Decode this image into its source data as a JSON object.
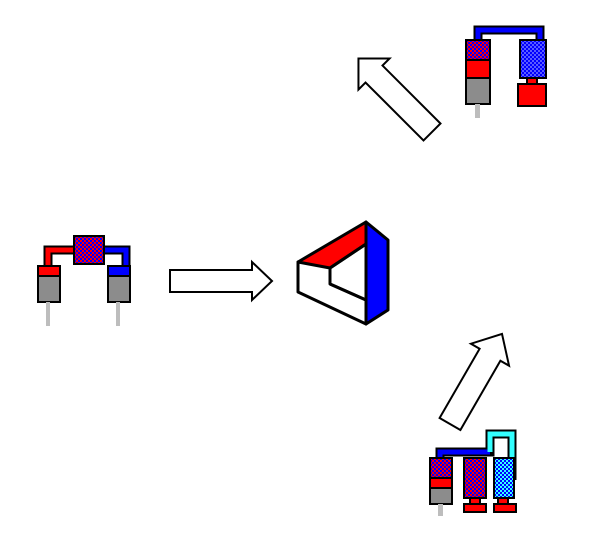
{
  "diagram": {
    "nodes": [
      {
        "id": "engine-alpha",
        "kind": "two-cylinder engine icon with regenerator"
      },
      {
        "id": "engine-beta",
        "kind": "displacer engine icon with regenerator"
      },
      {
        "id": "engine-gamma",
        "kind": "split engine icon with cooler"
      },
      {
        "id": "center",
        "kind": "impossible triangle (red / blue / white)"
      }
    ],
    "arrows": [
      {
        "from": "engine-alpha",
        "to": "center"
      },
      {
        "from": "engine-beta",
        "to": "center"
      },
      {
        "from": "engine-gamma",
        "to": "center"
      }
    ]
  },
  "colors": {
    "hot": "#ff0000",
    "cold": "#0000ff",
    "cooler": "#33ffff",
    "cylinder": "#8c8c8c",
    "rod": "#bdbdbd",
    "outline": "#000000",
    "background": "#ffffff"
  }
}
